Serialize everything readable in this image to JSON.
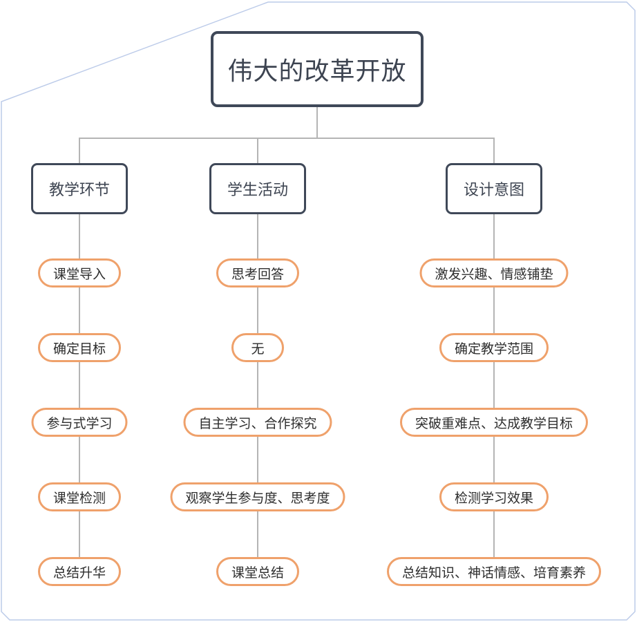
{
  "root": {
    "label": "伟大的改革开放"
  },
  "columns": [
    {
      "header": "教学环节",
      "items": [
        "课堂导入",
        "确定目标",
        "参与式学习",
        "课堂检测",
        "总结升华"
      ]
    },
    {
      "header": "学生活动",
      "items": [
        "思考回答",
        "无",
        "自主学习、合作探究",
        "观察学生参与度、思考度",
        "课堂总结"
      ]
    },
    {
      "header": "设计意图",
      "items": [
        "激发兴趣、情感铺垫",
        "确定教学范围",
        "突破重难点、达成教学目标",
        "检测学习效果",
        "总结知识、神话情感、培育素养"
      ]
    }
  ],
  "colors": {
    "accent_orange": "#efa16b",
    "node_border_dark": "#3f4858",
    "connector_gray": "#b4b4b4",
    "frame_blue": "#bccbe9"
  }
}
